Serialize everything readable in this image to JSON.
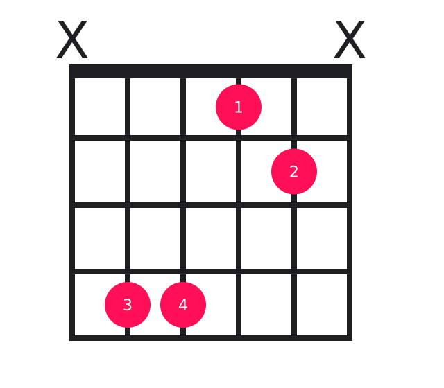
{
  "chord_diagram": {
    "strings": 6,
    "frets": 4,
    "muted_strings": [
      1,
      6
    ],
    "muted_symbol": "X",
    "fingers": [
      {
        "label": "1",
        "string": 4,
        "fret": 1
      },
      {
        "label": "2",
        "string": 5,
        "fret": 2
      },
      {
        "label": "3",
        "string": 2,
        "fret": 4
      },
      {
        "label": "4",
        "string": 3,
        "fret": 4
      }
    ],
    "colors": {
      "grid": "#1f1f21",
      "finger": "#ff0f55",
      "finger_text": "#ffffff"
    }
  }
}
